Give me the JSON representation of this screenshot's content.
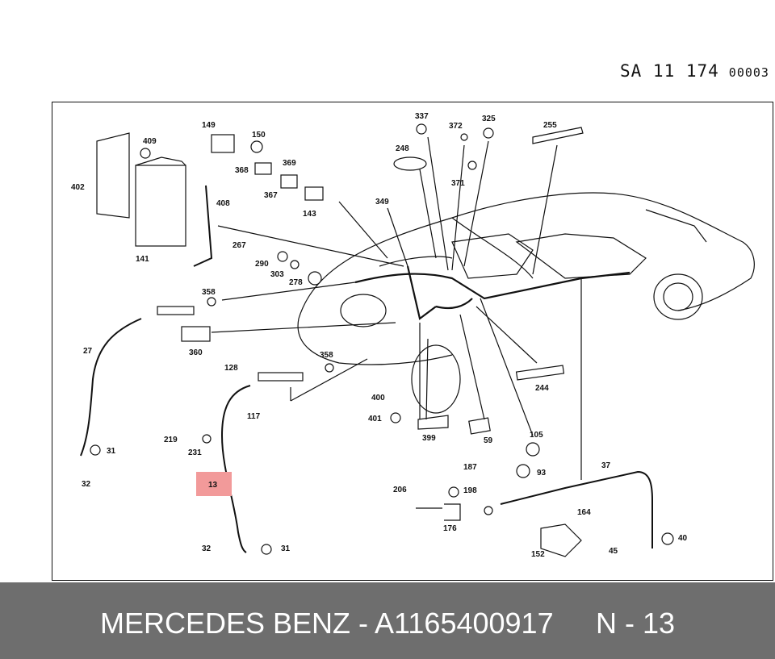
{
  "header": {
    "code": "SA  11 174",
    "sub": "00003"
  },
  "parts": [
    {
      "id": "402",
      "label": "402"
    },
    {
      "id": "409",
      "label": "409"
    },
    {
      "id": "149",
      "label": "149"
    },
    {
      "id": "150",
      "label": "150"
    },
    {
      "id": "368",
      "label": "368"
    },
    {
      "id": "369",
      "label": "369"
    },
    {
      "id": "367",
      "label": "367"
    },
    {
      "id": "143",
      "label": "143"
    },
    {
      "id": "141",
      "label": "141"
    },
    {
      "id": "408",
      "label": "408"
    },
    {
      "id": "267",
      "label": "267"
    },
    {
      "id": "290",
      "label": "290"
    },
    {
      "id": "303",
      "label": "303"
    },
    {
      "id": "278",
      "label": "278"
    },
    {
      "id": "358a",
      "label": "358"
    },
    {
      "id": "360",
      "label": "360"
    },
    {
      "id": "27",
      "label": "27"
    },
    {
      "id": "128",
      "label": "128"
    },
    {
      "id": "358b",
      "label": "358"
    },
    {
      "id": "117",
      "label": "117"
    },
    {
      "id": "219",
      "label": "219"
    },
    {
      "id": "231",
      "label": "231"
    },
    {
      "id": "31a",
      "label": "31"
    },
    {
      "id": "32a",
      "label": "32"
    },
    {
      "id": "13",
      "label": "13"
    },
    {
      "id": "32b",
      "label": "32"
    },
    {
      "id": "31b",
      "label": "31"
    },
    {
      "id": "337",
      "label": "337"
    },
    {
      "id": "372",
      "label": "372"
    },
    {
      "id": "325",
      "label": "325"
    },
    {
      "id": "248",
      "label": "248"
    },
    {
      "id": "371",
      "label": "371"
    },
    {
      "id": "349",
      "label": "349"
    },
    {
      "id": "255",
      "label": "255"
    },
    {
      "id": "400",
      "label": "400"
    },
    {
      "id": "401",
      "label": "401"
    },
    {
      "id": "399",
      "label": "399"
    },
    {
      "id": "59",
      "label": "59"
    },
    {
      "id": "244",
      "label": "244"
    },
    {
      "id": "105",
      "label": "105"
    },
    {
      "id": "93",
      "label": "93"
    },
    {
      "id": "187",
      "label": "187"
    },
    {
      "id": "206",
      "label": "206"
    },
    {
      "id": "198",
      "label": "198"
    },
    {
      "id": "176",
      "label": "176"
    },
    {
      "id": "37",
      "label": "37"
    },
    {
      "id": "164",
      "label": "164"
    },
    {
      "id": "152",
      "label": "152"
    },
    {
      "id": "45",
      "label": "45"
    },
    {
      "id": "40",
      "label": "40"
    }
  ],
  "highlight": {
    "label": "13",
    "color": "#f29a9a"
  },
  "footer": {
    "left": "MERCEDES BENZ - A1165400917",
    "right": "N - 13"
  }
}
